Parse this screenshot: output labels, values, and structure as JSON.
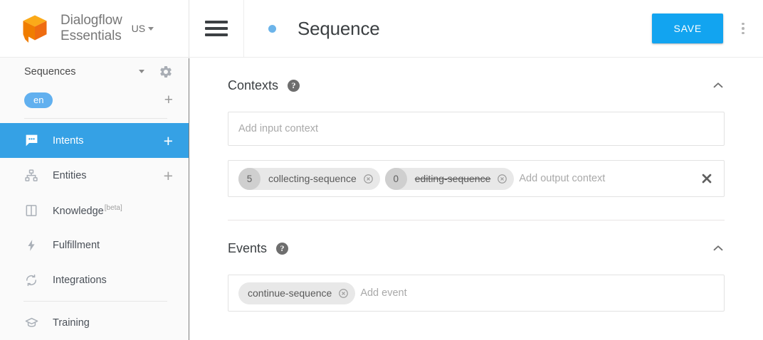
{
  "sidebar": {
    "brand": {
      "line1": "Dialogflow",
      "line2": "Essentials",
      "logo_icon": "dialogflow-cube-icon",
      "accent_color": "#f4900c"
    },
    "region": {
      "label": "US",
      "icon": "chevron-down-icon"
    },
    "agent": {
      "name": "Sequences",
      "dropdown_icon": "chevron-down-icon",
      "settings_icon": "gear-icon"
    },
    "language": {
      "chip": "en",
      "chip_color": "#61b0ef",
      "add_icon": "plus-icon"
    },
    "items": [
      {
        "label": "Intents",
        "icon": "chat-bubble-icon",
        "active": true,
        "plus": "+"
      },
      {
        "label": "Entities",
        "icon": "org-chart-icon",
        "active": false,
        "plus": "+"
      },
      {
        "label": "Knowledge",
        "icon": "book-icon",
        "active": false,
        "badge": "[beta]"
      },
      {
        "label": "Fulfillment",
        "icon": "lightning-bolt-icon",
        "active": false
      },
      {
        "label": "Integrations",
        "icon": "refresh-cycle-icon",
        "active": false
      },
      {
        "label": "Training",
        "icon": "graduation-cap-icon",
        "active": false
      }
    ],
    "active_color": "#35a1e5"
  },
  "topbar": {
    "menu_icon": "hamburger-icon",
    "status_dot_color": "#6cb4ea",
    "title": "Sequence",
    "save_label": "SAVE",
    "save_color": "#12a4f0",
    "more_icon": "kebab-menu-icon"
  },
  "contexts": {
    "title": "Contexts",
    "help_icon": "help-circle-icon",
    "collapse_icon": "chevron-up-icon",
    "input_placeholder": "Add input context",
    "output_placeholder": "Add output context",
    "clear_icon": "close-x-icon",
    "output_chips": [
      {
        "lifespan": "5",
        "name": "collecting-sequence",
        "struck": false,
        "remove_icon": "chip-remove-icon"
      },
      {
        "lifespan": "0",
        "name": "editing-sequence",
        "struck": true,
        "remove_icon": "chip-remove-icon"
      }
    ]
  },
  "events": {
    "title": "Events",
    "help_icon": "help-circle-icon",
    "collapse_icon": "chevron-up-icon",
    "placeholder": "Add event",
    "chips": [
      {
        "name": "continue-sequence",
        "remove_icon": "chip-remove-icon"
      }
    ]
  }
}
